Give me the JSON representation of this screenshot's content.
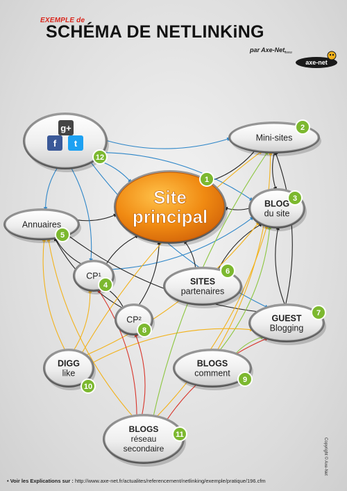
{
  "header": {
    "pre_title": "EXEMPLE de",
    "title": "SCHÉMA DE NETLINKiNG",
    "byline": "par Axe-Net.",
    "www": "www",
    "logo_text": "axe-net"
  },
  "nodes": [
    {
      "id": "site",
      "lines": [
        "Site",
        "principal"
      ],
      "badge": "1",
      "style": "main"
    },
    {
      "id": "mini",
      "lines": [
        "Mini-sites"
      ],
      "badge": "2",
      "style": "plain"
    },
    {
      "id": "blog",
      "lines": [
        "BLOG",
        "du site"
      ],
      "badge": "3",
      "style": "bold-first"
    },
    {
      "id": "cp1",
      "lines": [
        "CP¹"
      ],
      "badge": "4",
      "style": "plain"
    },
    {
      "id": "annuaires",
      "lines": [
        "Annuaires"
      ],
      "badge": "5",
      "style": "plain"
    },
    {
      "id": "sites",
      "lines": [
        "SITES",
        "partenaires"
      ],
      "badge": "6",
      "style": "bold-first"
    },
    {
      "id": "guest",
      "lines": [
        "GUEST",
        "Blogging"
      ],
      "badge": "7",
      "style": "bold-first"
    },
    {
      "id": "cp2",
      "lines": [
        "CP²"
      ],
      "badge": "8",
      "style": "plain"
    },
    {
      "id": "blogs_comment",
      "lines": [
        "BLOGS",
        "comment"
      ],
      "badge": "9",
      "style": "bold-first"
    },
    {
      "id": "digg",
      "lines": [
        "DIGG",
        "like"
      ],
      "badge": "10",
      "style": "bold-first"
    },
    {
      "id": "blogs_reseau",
      "lines": [
        "BLOGS",
        "réseau",
        "secondaire"
      ],
      "badge": "11",
      "style": "bold-first"
    },
    {
      "id": "social",
      "lines": [],
      "badge": "12",
      "style": "social",
      "icons": [
        "google-plus-icon",
        "facebook-icon",
        "twitter-icon"
      ],
      "icon_labels": [
        "g+",
        "f",
        "t"
      ]
    }
  ],
  "colors": {
    "main_orange": "#f08a12",
    "badge_green": "#7cb82f",
    "arrow_black": "#222222",
    "arrow_blue": "#2e86c8",
    "arrow_red": "#d8342a",
    "arrow_yellow": "#f2b21b",
    "arrow_green": "#8cc63f"
  },
  "links": [
    {
      "from": "mini",
      "to": "site",
      "color": "black"
    },
    {
      "from": "mini",
      "to": "blog",
      "color": "black"
    },
    {
      "from": "blog",
      "to": "site",
      "color": "black"
    },
    {
      "from": "annuaires",
      "to": "site",
      "color": "black"
    },
    {
      "from": "social",
      "to": "site",
      "color": "blue"
    },
    {
      "from": "social",
      "to": "mini",
      "color": "blue"
    },
    {
      "from": "social",
      "to": "blog",
      "color": "blue"
    },
    {
      "from": "social",
      "to": "annuaires",
      "color": "blue"
    },
    {
      "from": "social",
      "to": "cp1",
      "color": "blue"
    },
    {
      "from": "social",
      "to": "guest",
      "color": "blue"
    },
    {
      "from": "cp1",
      "to": "site",
      "color": "black"
    },
    {
      "from": "cp1",
      "to": "blog",
      "color": "blue"
    },
    {
      "from": "cp1",
      "to": "annuaires",
      "color": "black"
    },
    {
      "from": "sites",
      "to": "site",
      "color": "black"
    },
    {
      "from": "sites",
      "to": "blog",
      "color": "black"
    },
    {
      "from": "cp2",
      "to": "cp1",
      "color": "black"
    },
    {
      "from": "cp2",
      "to": "annuaires",
      "color": "black"
    },
    {
      "from": "cp2",
      "to": "site",
      "color": "black"
    },
    {
      "from": "guest",
      "to": "blog",
      "color": "black"
    },
    {
      "from": "guest",
      "to": "mini",
      "color": "black"
    },
    {
      "from": "guest",
      "to": "annuaires",
      "color": "black"
    },
    {
      "from": "blogs_comment",
      "to": "blog",
      "color": "green"
    },
    {
      "from": "blogs_comment",
      "to": "guest",
      "color": "green"
    },
    {
      "from": "blogs_comment",
      "to": "mini",
      "color": "yellow"
    },
    {
      "from": "digg",
      "to": "annuaires",
      "color": "yellow"
    },
    {
      "from": "digg",
      "to": "cp1",
      "color": "yellow"
    },
    {
      "from": "digg",
      "to": "mini",
      "color": "yellow"
    },
    {
      "from": "digg",
      "to": "blog",
      "color": "yellow"
    },
    {
      "from": "digg",
      "to": "guest",
      "color": "yellow"
    },
    {
      "from": "blogs_reseau",
      "to": "cp2",
      "color": "red"
    },
    {
      "from": "blogs_reseau",
      "to": "guest",
      "color": "red"
    },
    {
      "from": "blogs_reseau",
      "to": "cp1",
      "color": "red"
    },
    {
      "from": "blogs_reseau",
      "to": "annuaires",
      "color": "yellow"
    },
    {
      "from": "blogs_reseau",
      "to": "blog",
      "color": "yellow"
    },
    {
      "from": "blogs_reseau",
      "to": "mini",
      "color": "green"
    }
  ],
  "footer": {
    "label": "• Voir les Explications sur :",
    "url": "http://www.axe-net.fr/actualites/referencement/netlinking/exemple/pratique/196.cfm"
  },
  "copyright": "Copyright © Axe-Net"
}
